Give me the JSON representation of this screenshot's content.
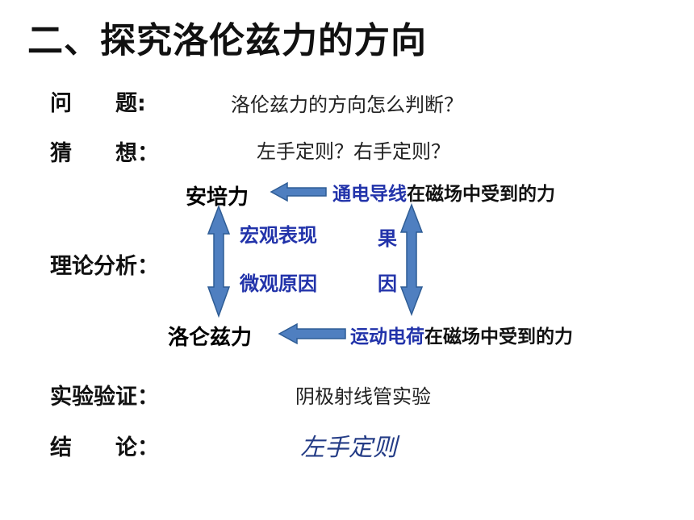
{
  "title": "二、探究洛伦兹力的方向",
  "rows": {
    "question": {
      "label": "问　　题:",
      "text": "洛伦兹力的方向怎么判断？"
    },
    "guess": {
      "label": "猜　　想：",
      "text": "左手定则？右手定则？"
    },
    "analysis": {
      "label": "理论分析："
    },
    "experiment": {
      "label": "实验验证：",
      "text": "阴极射线管实验"
    },
    "conclusion": {
      "label": "结　　论：",
      "text": "左手定则"
    }
  },
  "diagram": {
    "ampere": "安培力",
    "lorentz": "洛仑兹力",
    "top_highlight": "通电导线",
    "top_rest": "在磁场中受到的力",
    "bottom_highlight": "运动电荷",
    "bottom_rest": "在磁场中受到的力",
    "macro": "宏观表现",
    "micro": "微观原因",
    "effect": "果",
    "cause": "因"
  },
  "colors": {
    "accent_blue": "#2233aa",
    "arrow_fill": "#4f7fc0",
    "arrow_stroke": "#2f5d95",
    "conclusion": "#243c86"
  }
}
